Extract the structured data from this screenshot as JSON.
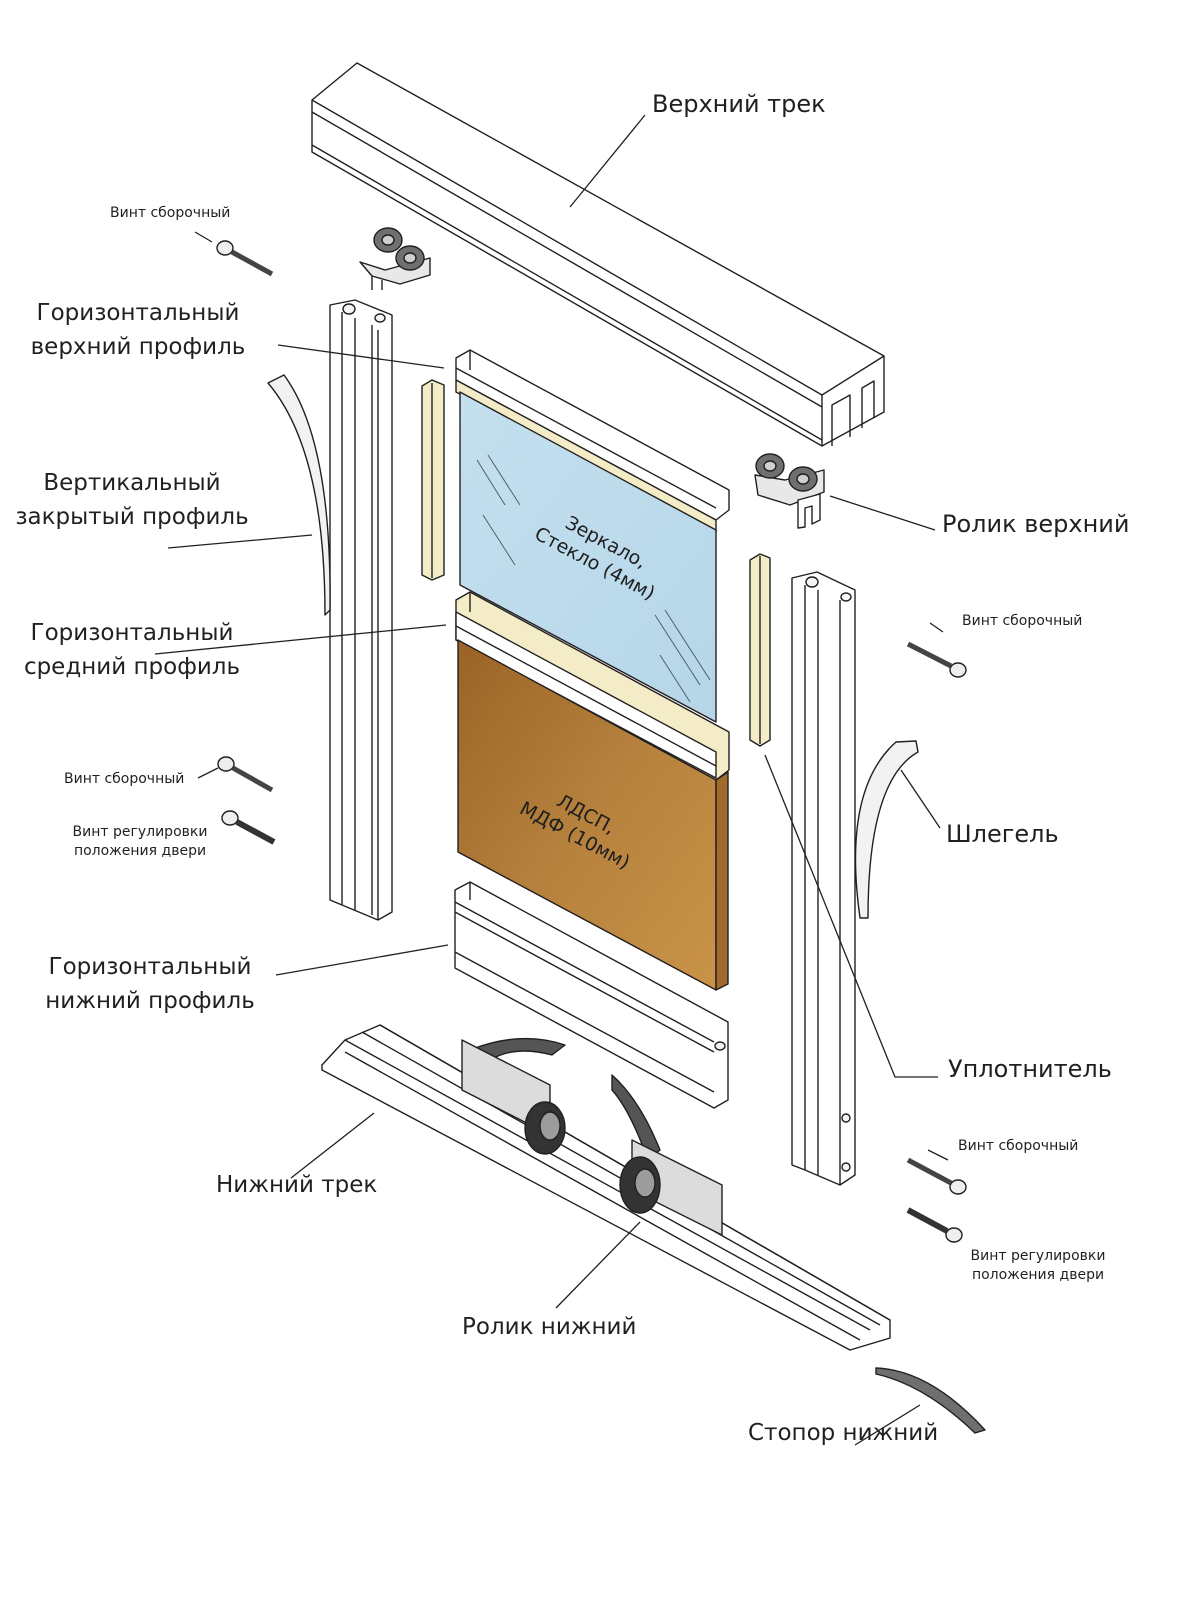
{
  "labels": {
    "upper_track": "Верхний трек",
    "screw_top_left": "Винт сборочный",
    "horizontal_top_profile_1": "Горизонтальный",
    "horizontal_top_profile_2": "верхний профиль",
    "vertical_closed_profile_1": "Вертикальный",
    "vertical_closed_profile_2": "закрытый профиль",
    "horizontal_middle_profile_1": "Горизонтальный",
    "horizontal_middle_profile_2": "средний профиль",
    "screw_mid_left": "Винт сборочный",
    "adjust_screw_left_1": "Винт регулировки",
    "adjust_screw_left_2": "положения двери",
    "horizontal_bottom_profile_1": "Горизонтальный",
    "horizontal_bottom_profile_2": "нижний профиль",
    "lower_track": "Нижний трек",
    "lower_roller": "Ролик нижний",
    "lower_stopper": "Стопор нижний",
    "upper_roller": "Ролик верхний",
    "screw_right_upper": "Винт сборочный",
    "shlegel": "Шлегель",
    "seal": "Уплотнитель",
    "screw_right_lower": "Винт сборочный",
    "adjust_screw_right_1": "Винт регулировки",
    "adjust_screw_right_2": "положения двери",
    "glass_panel_1": "Зеркало,",
    "glass_panel_2": "Стекло (4мм)",
    "chipboard_panel_1": "ЛДСП,",
    "chipboard_panel_2": "МДФ (10мм)"
  },
  "colors": {
    "line": "#231f20",
    "glass": "#bfdcec",
    "chipboard": "#b07a3c",
    "seal": "#f3ecc6",
    "roller": "#6f6f6f",
    "profile": "#ffffff"
  }
}
